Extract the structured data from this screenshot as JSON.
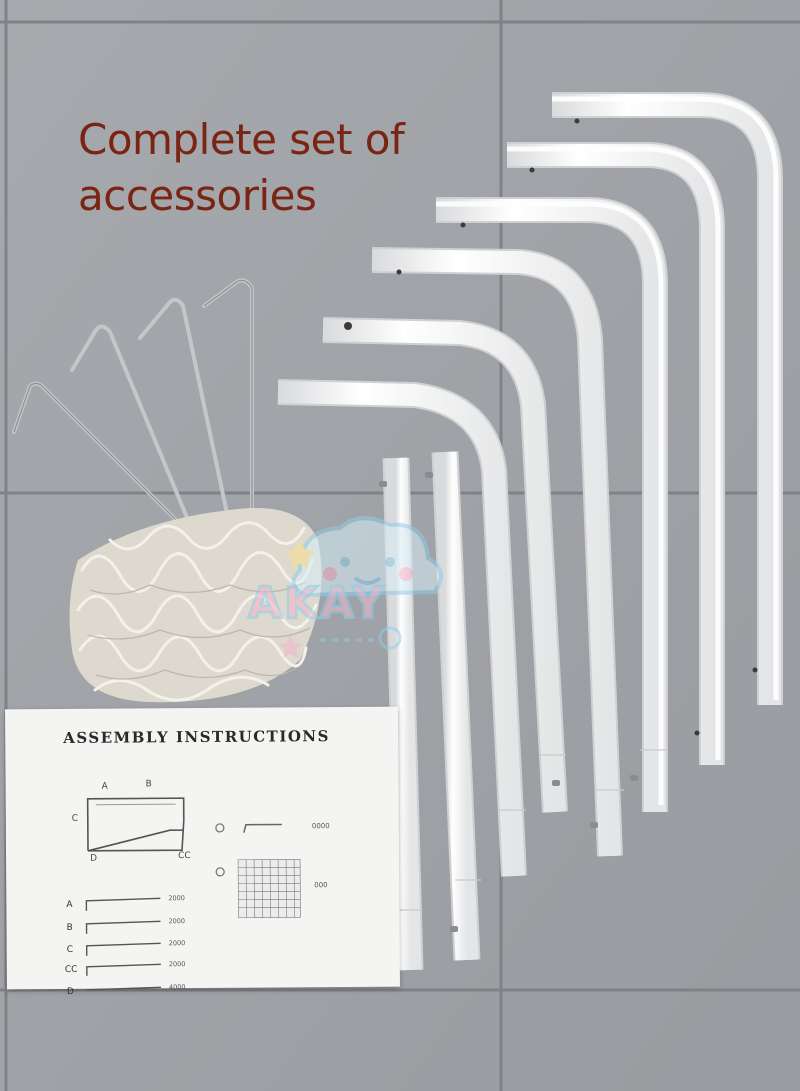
{
  "headline": {
    "line1": "Complete set of",
    "line2": "accessories"
  },
  "instructions": {
    "title": "ASSEMBLY INSTRUCTIONS",
    "diagram_labels": {
      "a": "A",
      "b": "B",
      "c": "C",
      "d": "D",
      "cc": "CC"
    },
    "parts": [
      {
        "label": "A",
        "code": "2000"
      },
      {
        "label": "B",
        "code": "2000"
      },
      {
        "label": "C",
        "code": "2000"
      },
      {
        "label": "CC",
        "code": "2000"
      },
      {
        "label": "D",
        "code": "4000"
      }
    ],
    "stake_code": "0000",
    "net_code": "000"
  },
  "watermark": {
    "text": "AKAY"
  },
  "colors": {
    "floor": "#9fa2a6",
    "grout": "#7f8286",
    "headline": "#7a2414",
    "pipe": "#ffffff",
    "watermark_pink": "#f6b3c9",
    "watermark_blue": "#8fcde8"
  }
}
